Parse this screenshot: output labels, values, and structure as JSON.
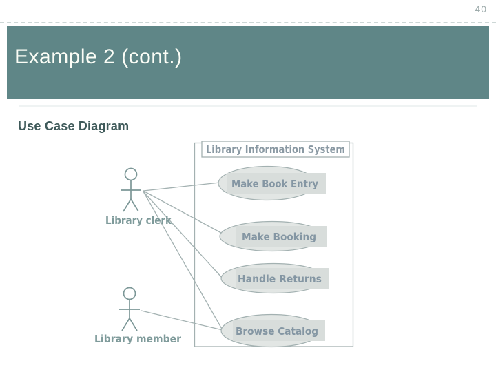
{
  "page": {
    "number": "40"
  },
  "header": {
    "title": "Example 2 (cont.)"
  },
  "body": {
    "heading": "Use Case Diagram"
  },
  "diagram": {
    "system": {
      "label": "Library Information System"
    },
    "actors": [
      {
        "name": "Library clerk"
      },
      {
        "name": "Library member"
      }
    ],
    "use_cases": [
      {
        "label": "Make Book Entry"
      },
      {
        "label": "Make Booking"
      },
      {
        "label": "Handle Returns"
      },
      {
        "label": "Browse Catalog"
      }
    ],
    "associations": [
      {
        "from": "Library clerk",
        "to": "Make Book Entry"
      },
      {
        "from": "Library clerk",
        "to": "Make Booking"
      },
      {
        "from": "Library clerk",
        "to": "Handle Returns"
      },
      {
        "from": "Library clerk",
        "to": "Browse Catalog"
      },
      {
        "from": "Library member",
        "to": "Browse Catalog"
      }
    ]
  },
  "colors": {
    "header_bar": "#5f8687",
    "header_title": "#fbfdf6",
    "heading_text": "#3f5a5a",
    "page_number": "#9dabab",
    "diagram_line": "#a3b1b1",
    "actor_stroke": "#7c9797",
    "ellipse_fill": "#e2e6e4",
    "label_rect_fill": "#d8dddb",
    "use_case_text": "#8496a3",
    "actor_label_text": "#7e9a9a",
    "system_label_text": "#8a99a3"
  }
}
